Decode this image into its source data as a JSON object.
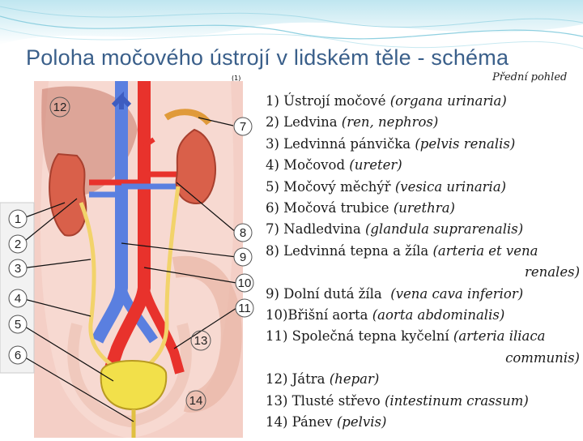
{
  "title": "Poloha močového ústrojí v lidském těle - schéma",
  "reference_mark": "(1)",
  "view_label": "Přední pohled",
  "figure_markers": {
    "left": [
      "1",
      "2",
      "3",
      "4",
      "5",
      "6"
    ],
    "right": [
      "7",
      "8",
      "9",
      "10",
      "11"
    ],
    "other": [
      "12",
      "13",
      "14"
    ]
  },
  "legend": [
    {
      "term": "1) Ústrojí močové",
      "latin": "(organa urinaria)"
    },
    {
      "term": "2) Ledvina",
      "latin": "(ren, nephros)"
    },
    {
      "term": "3) Ledvinná pánvička",
      "latin": "(pelvis renalis)"
    },
    {
      "term": "4) Močovod",
      "latin": "(ureter)"
    },
    {
      "term": "5) Močový měchýř",
      "latin": "(vesica urinaria)"
    },
    {
      "term": "6) Močová trubice",
      "latin": "(urethra)"
    },
    {
      "term": "7) Nadledvina",
      "latin": "(glandula suprarenalis)"
    },
    {
      "term": "8) Ledvinná tepna a žíla",
      "latin": "(arteria et vena",
      "latin_cont": "renales)"
    },
    {
      "term": "9) Dolní dutá žíla",
      "latin": "  (vena cava inferior)"
    },
    {
      "term": "10)Břišní aorta",
      "latin": "(aorta abdominalis)"
    },
    {
      "term": "11) Společná tepna kyčelní",
      "latin": "(arteria iliaca",
      "latin_cont": "communis)"
    },
    {
      "term": "12) Játra",
      "latin": "(hepar)"
    },
    {
      "term": "13) Tlusté střevo",
      "latin": "(intestinum crassum)"
    },
    {
      "term": "14) Pánev",
      "latin": "(pelvis)"
    }
  ],
  "colors": {
    "title": "#3a5f8a",
    "artery": "#e8322c",
    "vein": "#5a7fe0",
    "kidney": "#d9604a",
    "ureter": "#f2d36a",
    "bladder": "#f2e04a"
  }
}
